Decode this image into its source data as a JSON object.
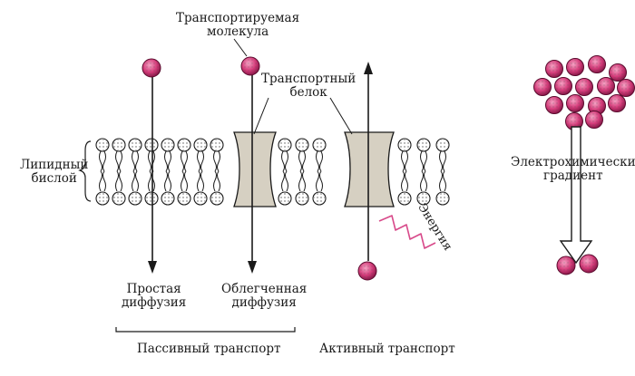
{
  "labels": {
    "transported_molecule": "Транспортируемая\nмолекула",
    "transport_protein": "Транспортный\nбелок",
    "lipid_bilayer": "Липидный\nбислой",
    "simple_diffusion": "Простая\nдиффузия",
    "facilitated_diffusion": "Облегченная\nдиффузия",
    "passive_transport": "Пассивный транспорт",
    "active_transport": "Активный транспорт",
    "energy": "Энергия",
    "electrochemical_gradient": "Электрохимически\nградиент"
  },
  "colors": {
    "molecule": "#d43c7a",
    "protein": "#d6d0c2",
    "line": "#1a1a1a",
    "energy_wave": "#d84a8a"
  }
}
